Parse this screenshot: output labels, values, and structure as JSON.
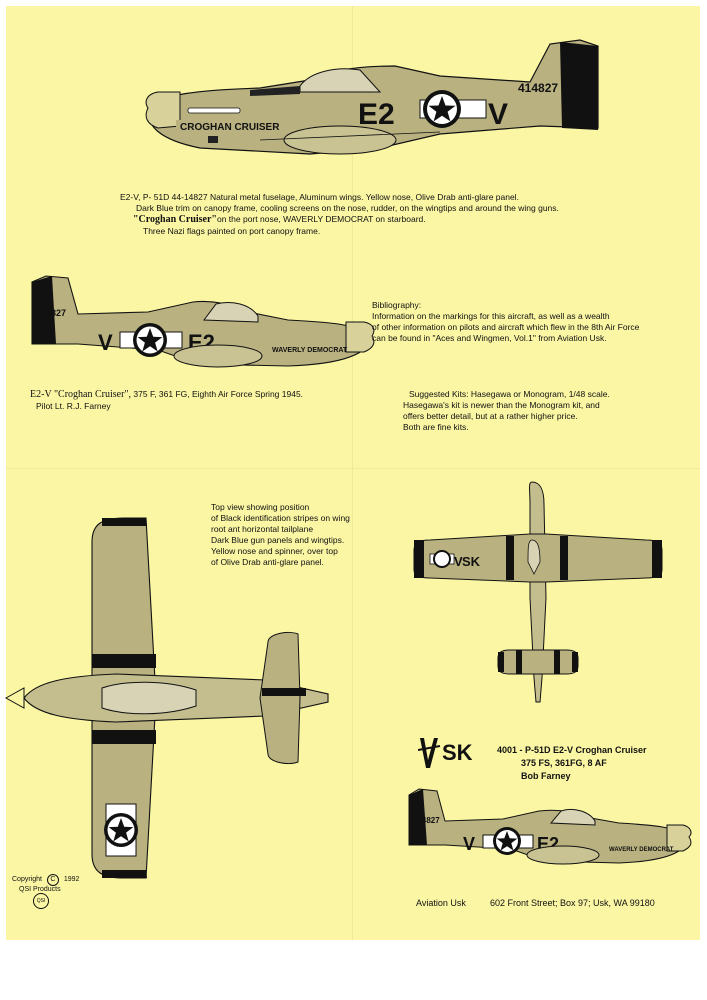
{
  "aircraft1": {
    "serial": "414827",
    "code_left": "E2",
    "code_right": "V",
    "name": "CROGHAN CRUISER"
  },
  "description": {
    "line1": "E2-V, P- 51D   44-14827  Natural metal fuselage, Aluminum wings.  Yellow nose, Olive Drab anti-glare panel.",
    "line2": "Dark Blue trim on canopy frame, cooling screens on the nose, rudder, on the wingtips and around the wing  guns.",
    "line3_bold": "\"Croghan Cruiser\"",
    "line3_rest": "on the port nose, WAVERLY DEMOCRAT  on starboard.",
    "line4": "Three Nazi flags painted on port canopy frame."
  },
  "aircraft2": {
    "serial": "414827",
    "code_left": "V",
    "code_right": "E2",
    "name": "WAVERLY DEMOCRAT"
  },
  "caption2": {
    "line1_title": "E2-V \"Croghan Cruiser\",",
    "line1_rest": "375 F, 361 FG, Eighth Air Force  Spring 1945.",
    "line2": "Pilot  Lt. R.J. Farney"
  },
  "bibliography": {
    "heading": "Bibliography:",
    "line1": "Information on the markings for this aircraft, as well as a wealth",
    "line2": "of other information on pilots and aircraft which flew in the 8th Air Force",
    "line3": "can be found in \"Aces and Wingmen, Vol.1\" from Aviation Usk."
  },
  "kits": {
    "line1": "Suggested Kits: Hasegawa or Monogram, 1/48 scale.",
    "line2": "Hasegawa's kit is newer than the Monogram kit, and",
    "line3": "offers better detail, but at a rather higher price.",
    "line4": "Both are fine kits."
  },
  "topview": {
    "line1": "Top view showing position",
    "line2": "of Black identification stripes on wing",
    "line3": "root ant horizontal tailplane",
    "line4": "Dark Blue gun panels and wingtips.",
    "line5": "Yellow nose and spinner, over top",
    "line6": "of Olive Drab anti-glare panel."
  },
  "aircraft3": {
    "code_left": "V",
    "code_right": "SK"
  },
  "product": {
    "logo": "SK",
    "line1": "4001 -  P-51D  E2-V  Croghan Cruiser",
    "line2": "375 FS, 361FG, 8 AF",
    "line3": "Bob Farney"
  },
  "aircraft4": {
    "serial": "414827",
    "code_left": "V",
    "code_right": "E2",
    "name": "WAVERLY DEMOCRAT"
  },
  "copyright": {
    "line1": "Copyright",
    "symbol": "C",
    "year": "1992",
    "line2": "QSI Products",
    "stamp": "QSI"
  },
  "footer": {
    "company": "Aviation Usk",
    "address": "602 Front Street;  Box  97;    Usk,  WA   99180"
  },
  "colors": {
    "sheet": "#fbf6a4",
    "olive": "#b9b180",
    "black": "#111111"
  }
}
